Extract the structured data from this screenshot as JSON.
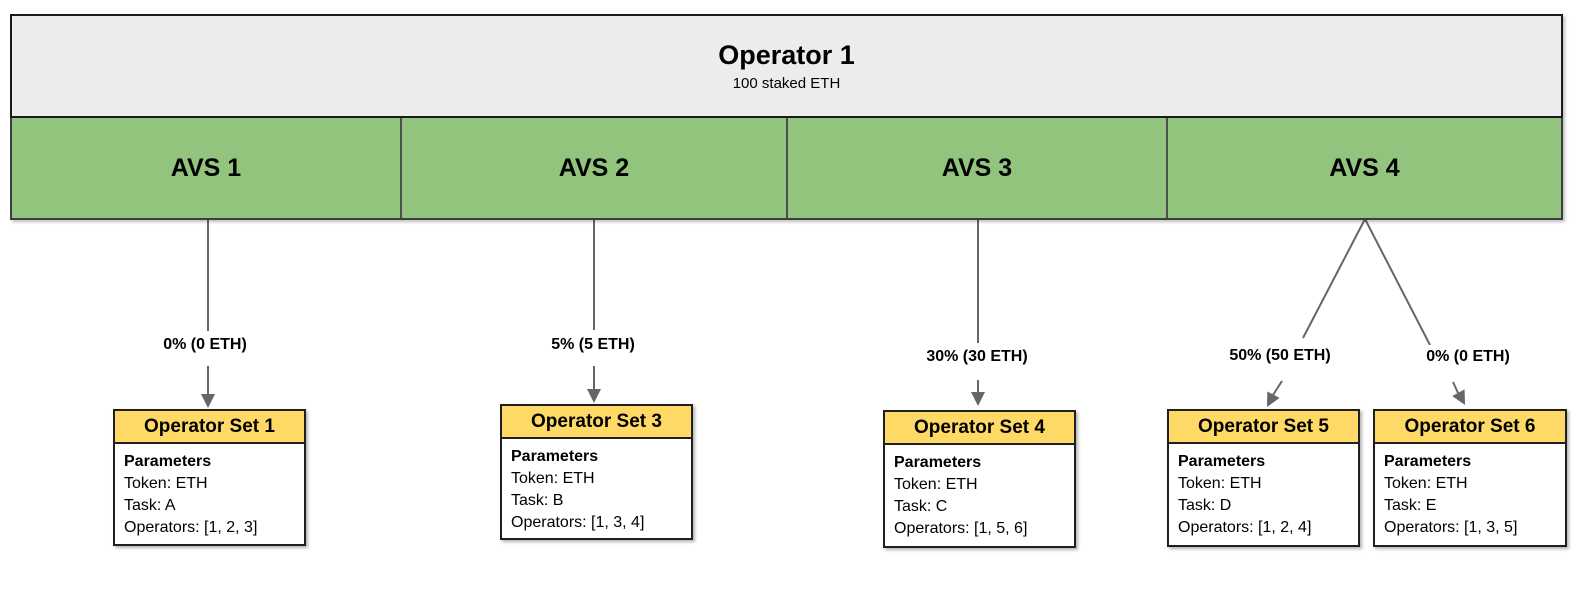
{
  "diagram": {
    "operator": {
      "title": "Operator 1",
      "subtitle": "100 staked ETH"
    },
    "avs_segments": [
      {
        "label": "AVS 1"
      },
      {
        "label": "AVS 2"
      },
      {
        "label": "AVS 3"
      },
      {
        "label": "AVS 4"
      }
    ],
    "edges": [
      {
        "from": "AVS 1",
        "to": "Operator Set 1",
        "label": "0% (0 ETH)"
      },
      {
        "from": "AVS 2",
        "to": "Operator Set 3",
        "label": "5% (5 ETH)"
      },
      {
        "from": "AVS 3",
        "to": "Operator Set 4",
        "label": "30% (30 ETH)"
      },
      {
        "from": "AVS 4",
        "to": "Operator Set 5",
        "label": "50% (50 ETH)"
      },
      {
        "from": "AVS 4",
        "to": "Operator Set 6",
        "label": "0% (0 ETH)"
      }
    ],
    "operator_sets": [
      {
        "title": "Operator Set 1",
        "heading": "Parameters",
        "token": "Token: ETH",
        "task": "Task: A",
        "operators": "Operators: [1, 2, 3]"
      },
      {
        "title": "Operator Set 3",
        "heading": "Parameters",
        "token": "Token: ETH",
        "task": "Task: B",
        "operators": "Operators: [1, 3, 4]"
      },
      {
        "title": "Operator Set 4",
        "heading": "Parameters",
        "token": "Token: ETH",
        "task": "Task: C",
        "operators": "Operators: [1, 5, 6]"
      },
      {
        "title": "Operator Set 5",
        "heading": "Parameters",
        "token": "Token: ETH",
        "task": "Task: D",
        "operators": "Operators: [1, 2, 4]"
      },
      {
        "title": "Operator Set 6",
        "heading": "Parameters",
        "token": "Token: ETH",
        "task": "Task: E",
        "operators": "Operators: [1, 3, 5]"
      }
    ],
    "colors": {
      "operator_fill": "#ececec",
      "avs_fill": "#93c47d",
      "set_header_fill": "#ffd966",
      "arrow": "#666666",
      "border": "#1f1f1f"
    }
  }
}
